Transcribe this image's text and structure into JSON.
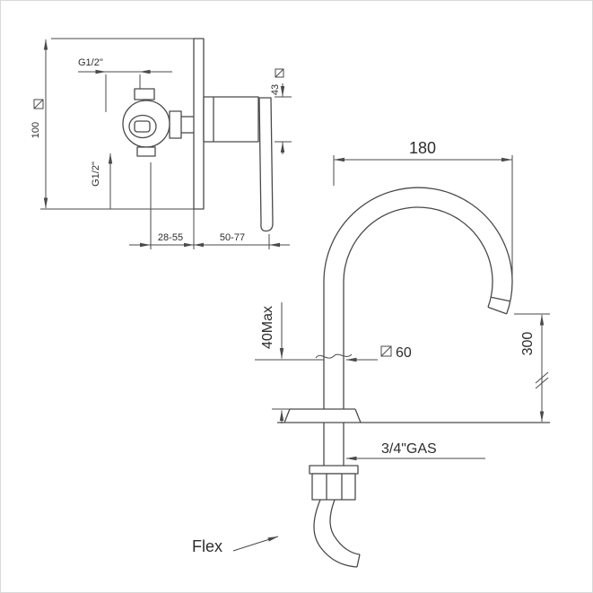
{
  "drawing": {
    "title": "faucet-installation-technical-drawing",
    "colors": {
      "line": "#4a4a4a",
      "text": "#2d2d2d",
      "background": "#ffffff",
      "border": "#d9d9d9"
    },
    "mixer_view": {
      "thread_top_label": "G1/2\"",
      "thread_side_label": "G1/2\"",
      "plate_height": "100",
      "body_diameter": "43",
      "depth_range_wall": "28-55",
      "depth_range_lever": "50-77"
    },
    "spout_view": {
      "reach": "180",
      "deck_max": "40Max",
      "escutcheon_size": "60",
      "height": "300",
      "thread_label": "3/4\"GAS",
      "hose_label": "Flex"
    }
  }
}
